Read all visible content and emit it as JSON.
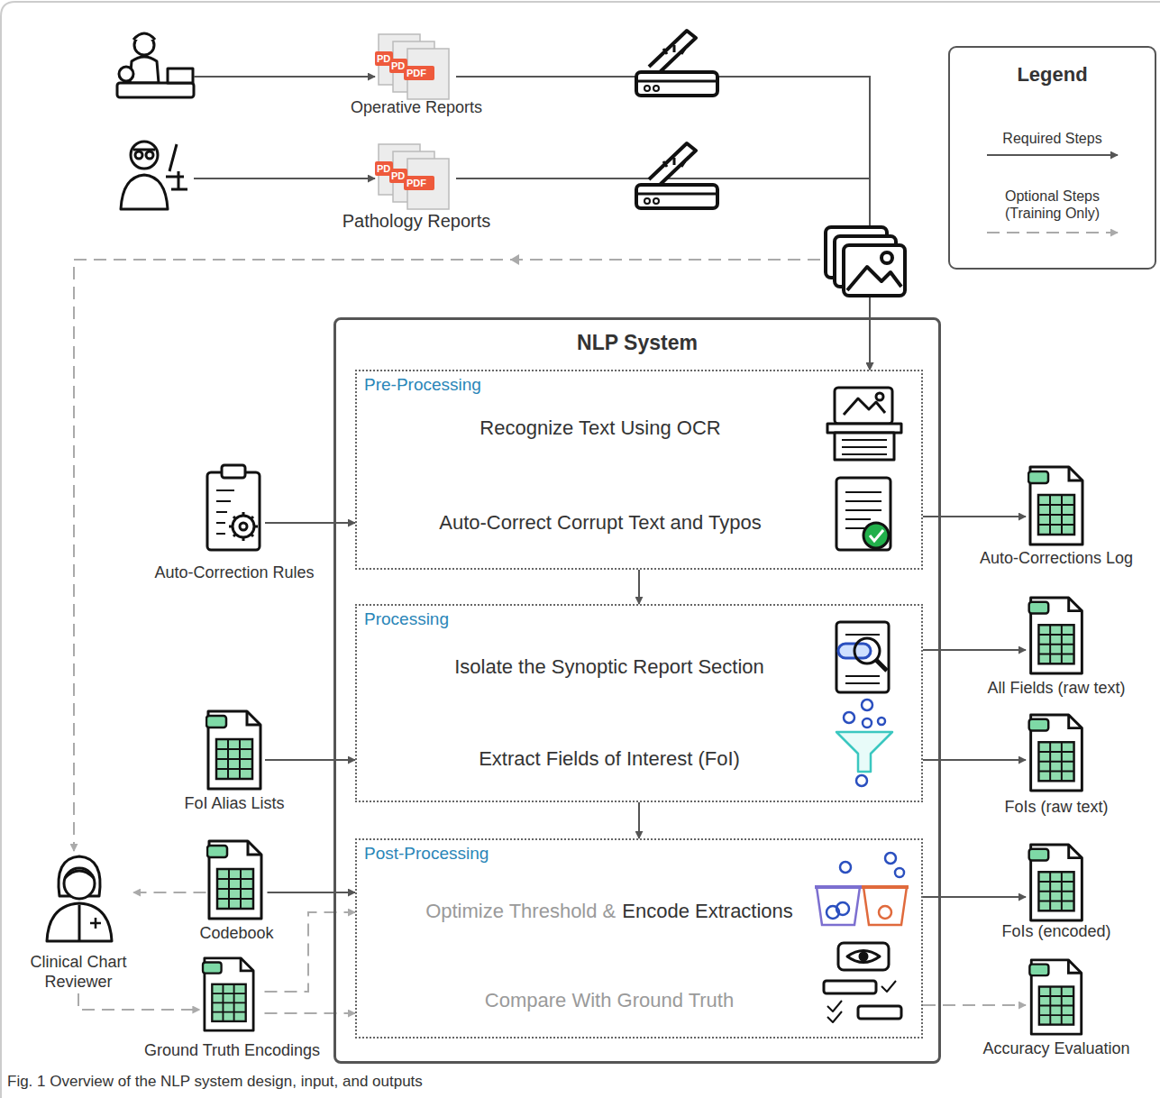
{
  "diagram": {
    "caption": "Fig. 1 Overview of the NLP system design, input, and outputs",
    "nodes": [
      {
        "text": [
          "Operative Reports"
        ]
      },
      {
        "text": [
          "Pathology Reports"
        ]
      },
      {
        "text": [
          "NLP System"
        ]
      },
      {
        "text": [
          "Pre-Processing",
          "Recognize Text Using OCR",
          "Auto-Correct Corrupt Text and Typos"
        ],
        "in": 2
      },
      {
        "text": [
          "Processing",
          "Isolate the Synoptic Report Section",
          "Extract Fields of Interest (FoI)"
        ],
        "in": 2
      },
      {
        "text": [
          "Post-Processing",
          "Optimize Threshold &",
          "Encode Extractions",
          "Compare With Ground Truth"
        ],
        "in": 2
      },
      {
        "text": [
          "Auto-Correction Rules"
        ]
      },
      {
        "text": [
          "FoI Alias Lists"
        ]
      },
      {
        "text": [
          "Codebook"
        ]
      },
      {
        "text": [
          "Ground Truth Encodings"
        ]
      },
      {
        "text": [
          "Clinical Chart Reviewer"
        ]
      },
      {
        "text": [
          "Auto-Corrections Log"
        ]
      },
      {
        "text": [
          "All Fields (raw text)"
        ]
      },
      {
        "text": [
          "FoIs (raw text)"
        ]
      },
      {
        "text": [
          "FoIs (encoded)"
        ]
      },
      {
        "text": [
          "Accuracy Evaluation"
        ]
      }
    ],
    "edges": [
      {
        "from": 0,
        "to": 3,
        "arrow": "to"
      },
      {
        "from": 1,
        "to": 3,
        "arrow": "to"
      },
      {
        "from": 6,
        "to": 3,
        "arrow": "to"
      },
      {
        "from": 3,
        "to": 11,
        "arrow": "to"
      },
      {
        "from": 3,
        "to": 4,
        "arrow": "to"
      },
      {
        "from": 7,
        "to": 4,
        "arrow": "to"
      },
      {
        "from": 4,
        "to": 12,
        "arrow": "to"
      },
      {
        "from": 4,
        "to": 13,
        "arrow": "to"
      },
      {
        "from": 4,
        "to": 5,
        "arrow": "to"
      },
      {
        "from": 8,
        "to": 5,
        "arrow": "to"
      },
      {
        "from": 8,
        "to": 10,
        "arrow": "to"
      },
      {
        "from": 10,
        "to": 9,
        "arrow": "to"
      },
      {
        "from": 9,
        "to": 5,
        "arrow": "to"
      },
      {
        "from": 9,
        "to": 5,
        "arrow": "to"
      },
      {
        "from": 5,
        "to": 14,
        "arrow": "to"
      },
      {
        "from": 5,
        "to": 15,
        "arrow": "to"
      }
    ],
    "labels": [
      "Legend",
      "PD",
      "PD",
      "PDF",
      "PD",
      "PD",
      "PDF"
    ],
    "legend": [
      {
        "text": "Required Steps"
      },
      {
        "text": "Optional Steps (Training Only)"
      }
    ]
  }
}
